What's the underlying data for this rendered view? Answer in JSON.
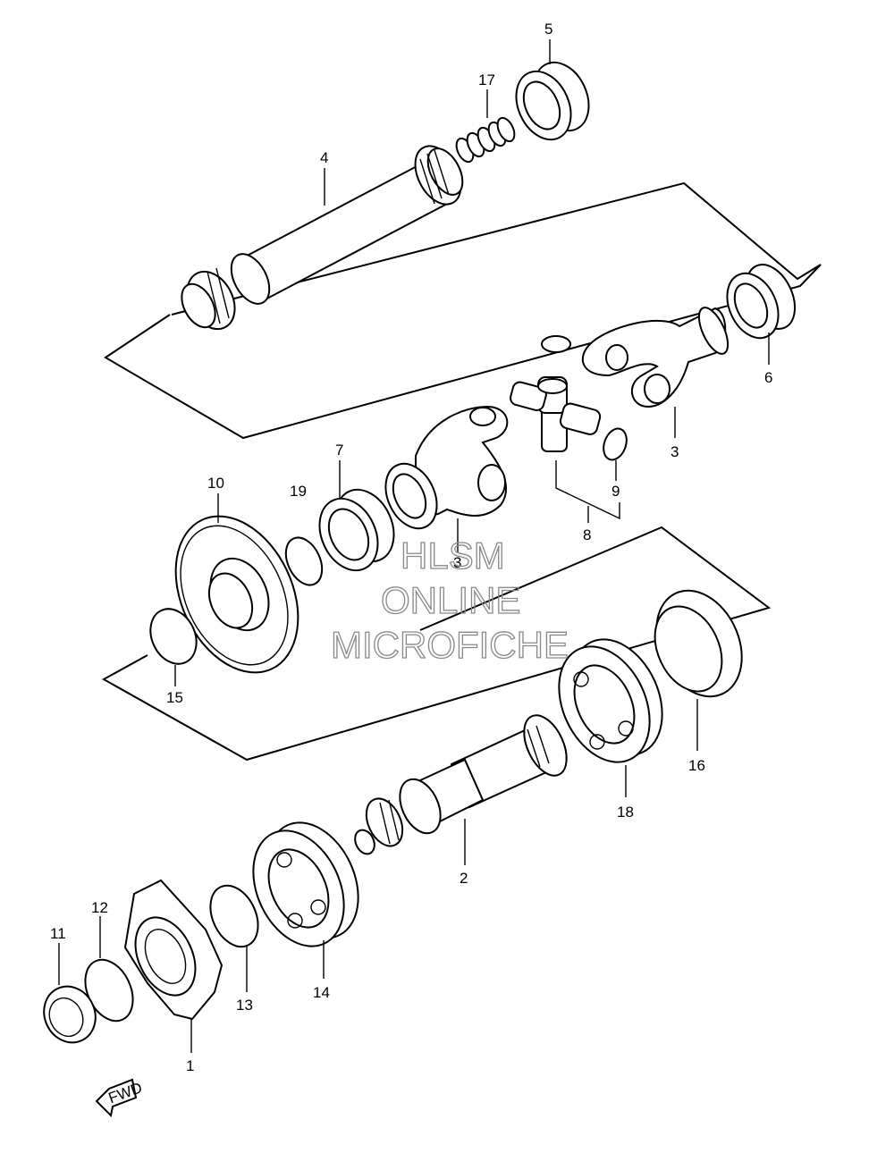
{
  "watermark": {
    "line1": "HLSM",
    "line2": "ONLINE",
    "line3": "MICROFICHE"
  },
  "fwd_label": "FWD",
  "callouts": [
    {
      "id": "p1",
      "num": "1"
    },
    {
      "id": "p2",
      "num": "2"
    },
    {
      "id": "p3a",
      "num": "3"
    },
    {
      "id": "p3b",
      "num": "3"
    },
    {
      "id": "p4",
      "num": "4"
    },
    {
      "id": "p5",
      "num": "5"
    },
    {
      "id": "p6",
      "num": "6"
    },
    {
      "id": "p7",
      "num": "7"
    },
    {
      "id": "p8",
      "num": "8"
    },
    {
      "id": "p9",
      "num": "9"
    },
    {
      "id": "p10",
      "num": "10"
    },
    {
      "id": "p11",
      "num": "11"
    },
    {
      "id": "p12",
      "num": "12"
    },
    {
      "id": "p13",
      "num": "13"
    },
    {
      "id": "p14",
      "num": "14"
    },
    {
      "id": "p15",
      "num": "15"
    },
    {
      "id": "p16",
      "num": "16"
    },
    {
      "id": "p17",
      "num": "17"
    },
    {
      "id": "p18",
      "num": "18"
    },
    {
      "id": "p19",
      "num": "19"
    }
  ]
}
